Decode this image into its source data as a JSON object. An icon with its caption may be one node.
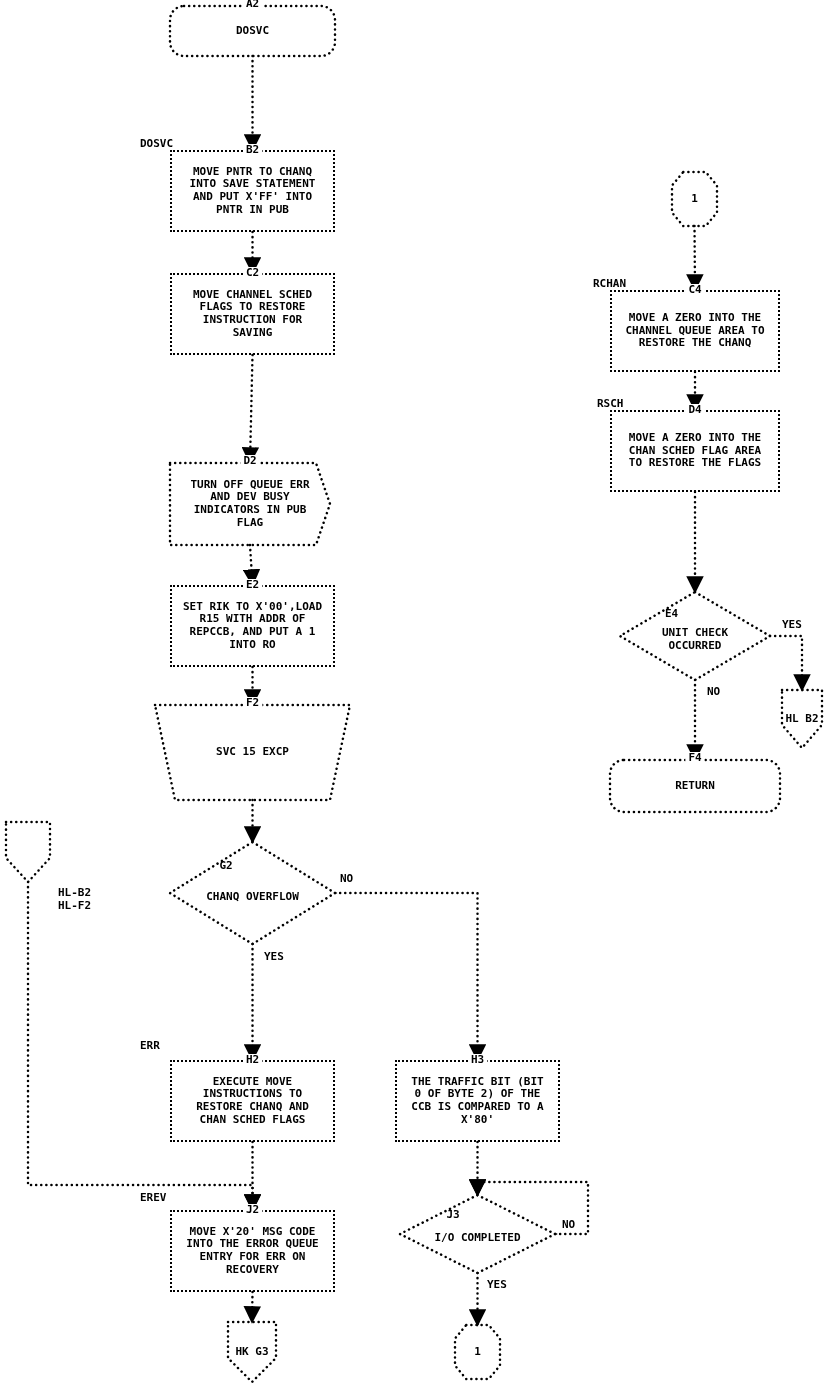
{
  "diagram": {
    "nodes": [
      {
        "text": [
          "A2",
          "DOSVC"
        ]
      },
      {
        "text": [
          "B2",
          "MOVE PNTR TO CHANQ INTO SAVE STATEMENT AND PUT X'FF' INTO PNTR IN PUB"
        ],
        "beside": [
          "DOSVC"
        ]
      },
      {
        "text": [
          "C2",
          "MOVE CHANNEL SCHED FLAGS TO RESTORE INSTRUCTION FOR SAVING"
        ]
      },
      {
        "text": [
          "D2",
          "TURN OFF QUEUE ERR AND DEV BUSY INDICATORS IN PUB FLAG"
        ]
      },
      {
        "text": [
          "E2",
          "SET RIK TO X'00',LOAD R15 WITH ADDR OF REPCCB, AND PUT A 1 INTO RO"
        ]
      },
      {
        "text": [
          "F2",
          "SVC 15 EXCP"
        ]
      },
      {
        "text": [
          "G2",
          "CHANQ OVERFLOW"
        ]
      },
      {
        "text": [
          "H2",
          "EXECUTE MOVE INSTRUCTIONS TO RESTORE CHANQ AND CHAN SCHED FLAGS"
        ],
        "beside": [
          "ERR"
        ]
      },
      {
        "text": [
          "H3",
          "THE TRAFFIC BIT (BIT 0 OF BYTE 2) OF THE CCB IS COMPARED TO A X'80'"
        ]
      },
      {
        "text": [],
        "shape": "pentagon",
        "beside": [
          "HL-B2 HL-F2"
        ]
      },
      {
        "text": [
          "J2",
          "MOVE X'20' MSG CODE INTO THE ERROR QUEUE ENTRY FOR ERR ON RECOVERY"
        ],
        "beside": [
          "EREV"
        ]
      },
      {
        "text": [
          "J3",
          "I/O COMPLETED"
        ]
      },
      {
        "text": [
          "HK G3"
        ]
      },
      {
        "text": [
          "1"
        ]
      },
      {
        "text": [
          "1"
        ]
      },
      {
        "text": [
          "C4",
          "MOVE A ZERO INTO THE CHANNEL QUEUE AREA TO RESTORE THE CHANQ"
        ],
        "beside": [
          "RCHAN"
        ]
      },
      {
        "text": [
          "D4",
          "MOVE A ZERO INTO THE CHAN SCHED FLAG AREA TO RESTORE THE FLAGS"
        ],
        "beside": [
          "RSCH"
        ]
      },
      {
        "text": [
          "E4",
          "UNIT CHECK OCCURRED"
        ]
      },
      {
        "text": [
          "HL B2"
        ]
      },
      {
        "text": [
          "F4",
          "RETURN"
        ]
      }
    ],
    "edges": [
      {
        "from": 0,
        "to": 1,
        "arrow": "to"
      },
      {
        "from": 1,
        "to": 2,
        "arrow": "to"
      },
      {
        "from": 2,
        "to": 3,
        "arrow": "to"
      },
      {
        "from": 3,
        "to": 4,
        "arrow": "to"
      },
      {
        "from": 4,
        "to": 5,
        "arrow": "to"
      },
      {
        "from": 5,
        "to": 6,
        "arrow": "to"
      },
      {
        "from": 6,
        "to": 7,
        "arrow": "to",
        "label": "YES"
      },
      {
        "from": 6,
        "to": 8,
        "arrow": "to",
        "label": "NO"
      },
      {
        "from": 7,
        "to": 10,
        "arrow": "to"
      },
      {
        "from": 9,
        "to": 10,
        "arrow": "to"
      },
      {
        "from": 10,
        "to": 12,
        "arrow": "to"
      },
      {
        "from": 8,
        "to": 11,
        "arrow": "to"
      },
      {
        "from": 11,
        "to": 11,
        "arrow": "to",
        "label": "NO"
      },
      {
        "from": 11,
        "to": 13,
        "arrow": "to",
        "label": "YES"
      },
      {
        "from": 14,
        "to": 15,
        "arrow": "to"
      },
      {
        "from": 15,
        "to": 16,
        "arrow": "to"
      },
      {
        "from": 16,
        "to": 17,
        "arrow": "to"
      },
      {
        "from": 17,
        "to": 18,
        "arrow": "to",
        "label": "YES"
      },
      {
        "from": 17,
        "to": 19,
        "arrow": "to",
        "label": "NO"
      }
    ]
  }
}
